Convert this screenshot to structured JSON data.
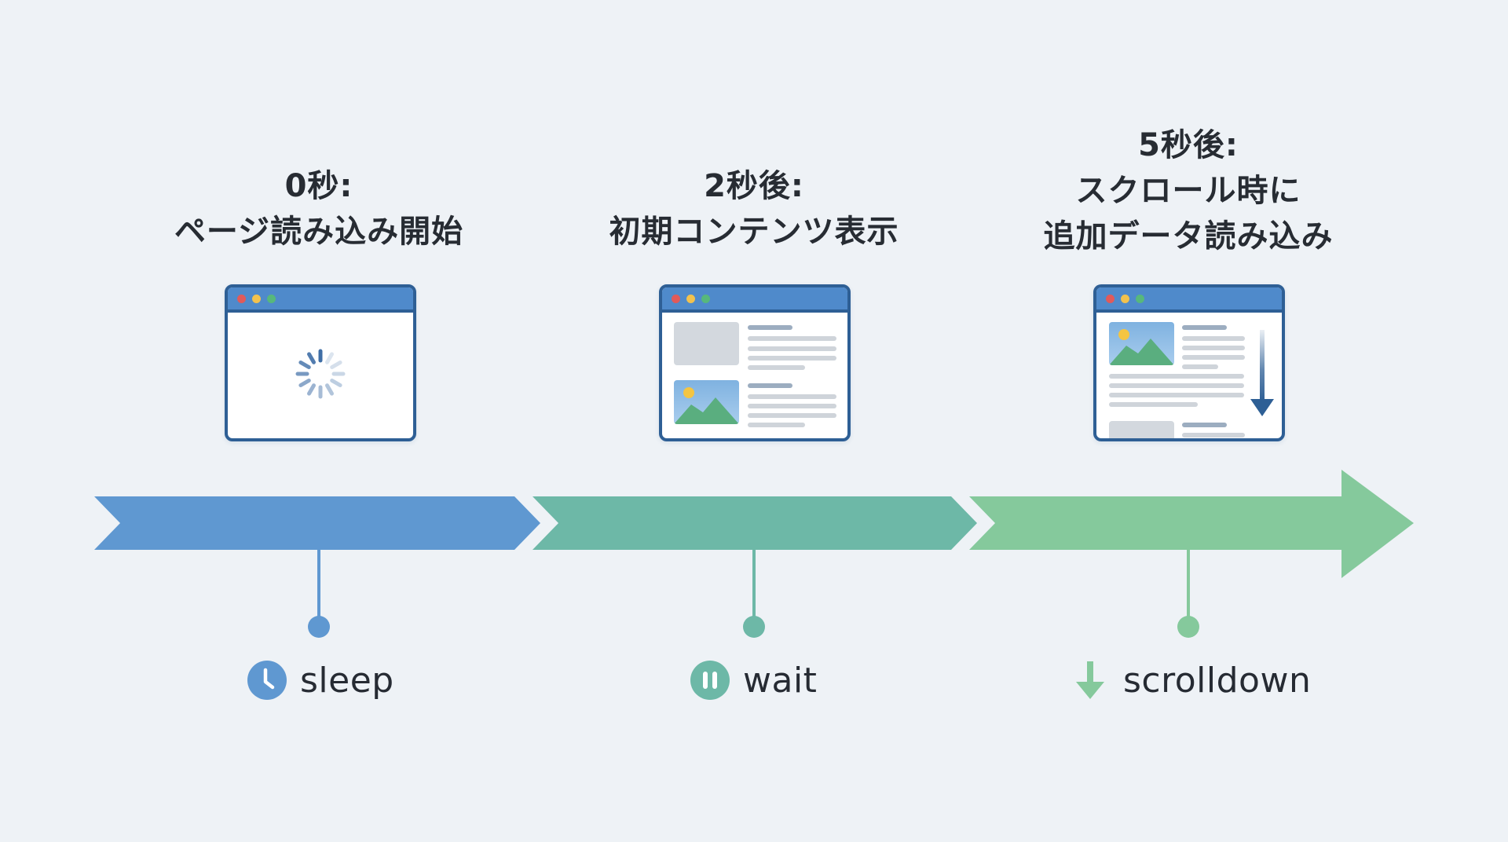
{
  "colors": {
    "background": "#eef2f6",
    "stage1": "#5f98d1",
    "stage2": "#6db8a7",
    "stage3": "#85c99c",
    "browser_frame": "#2e5f95",
    "browser_bar": "#4f8acb",
    "text": "#272c33"
  },
  "steps": [
    {
      "time_label": "0秒:",
      "description_lines": [
        "ページ読み込み開始"
      ],
      "browser_state": "loading-spinner",
      "action": {
        "icon": "clock-icon",
        "label": "sleep"
      }
    },
    {
      "time_label": "2秒後:",
      "description_lines": [
        "初期コンテンツ表示"
      ],
      "browser_state": "initial-content",
      "action": {
        "icon": "pause-icon",
        "label": "wait"
      }
    },
    {
      "time_label": "5秒後:",
      "description_lines": [
        "スクロール時に",
        "追加データ読み込み"
      ],
      "browser_state": "scrolling-content",
      "action": {
        "icon": "arrow-down-icon",
        "label": "scrolldown"
      }
    }
  ]
}
